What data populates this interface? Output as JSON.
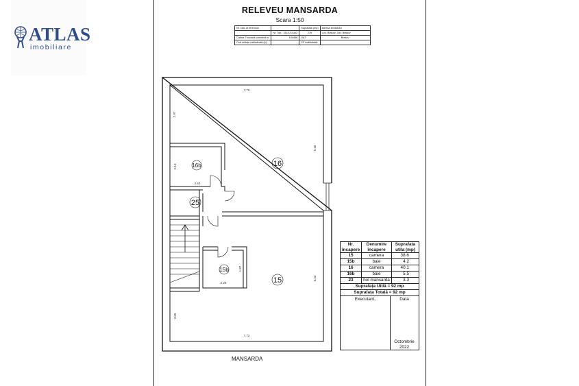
{
  "logo": {
    "name": "ATLAS",
    "subtitle": "imobiliare"
  },
  "header": {
    "title": "RELEVEU  MANSARDA",
    "scale": "Scara 1:50"
  },
  "info_table": {
    "rows": [
      [
        "Nr. cad. al terenului",
        "",
        "Suprafata (mp)",
        "Adresa imobilului"
      ],
      [
        "",
        "Nr. Top.: 311/1/1/1a/2",
        "276",
        "Loc. Brasov, Jud. Brasov"
      ],
      [
        "Cartea Funciară colectivă nr.",
        "104466",
        "UAT",
        "Brasov"
      ],
      [
        "Cod unitate individuală (U)",
        "",
        "CF individuală",
        ""
      ]
    ]
  },
  "plan": {
    "caption": "MANSARDA",
    "rooms": {
      "r16": "16",
      "r16b": "16b",
      "r25": "25",
      "r15": "15",
      "r15b": "15b"
    },
    "dimensions": {
      "top_width": "7.70",
      "left_top": "2.97",
      "right_top": "5.45",
      "b16_height": "2.10",
      "b16_width": "2.63",
      "b15_height": "1.87",
      "b15_width": "2.25",
      "right_bottom": "6.42",
      "left_bottom": "3.65",
      "bottom_width": "7.72"
    }
  },
  "room_table": {
    "headers": [
      "Nr. încapere",
      "Denumire încapere",
      "Suprafata utila  (mp)"
    ],
    "rows": [
      [
        "15",
        "camera",
        "38.6"
      ],
      [
        "15b",
        "baie",
        "4.2"
      ],
      [
        "16",
        "camera",
        "40.1"
      ],
      [
        "16b",
        "baie",
        "5.5"
      ],
      [
        "23",
        "hol mansarda",
        "3.3"
      ]
    ],
    "useful_area": "Suprafața Utilă = 92 mp",
    "total_area": "Suprafața Totală = 92 mp"
  },
  "signature": {
    "executant": "Executant,",
    "date_label": "Data",
    "date_value": "Octombrie 2022"
  }
}
